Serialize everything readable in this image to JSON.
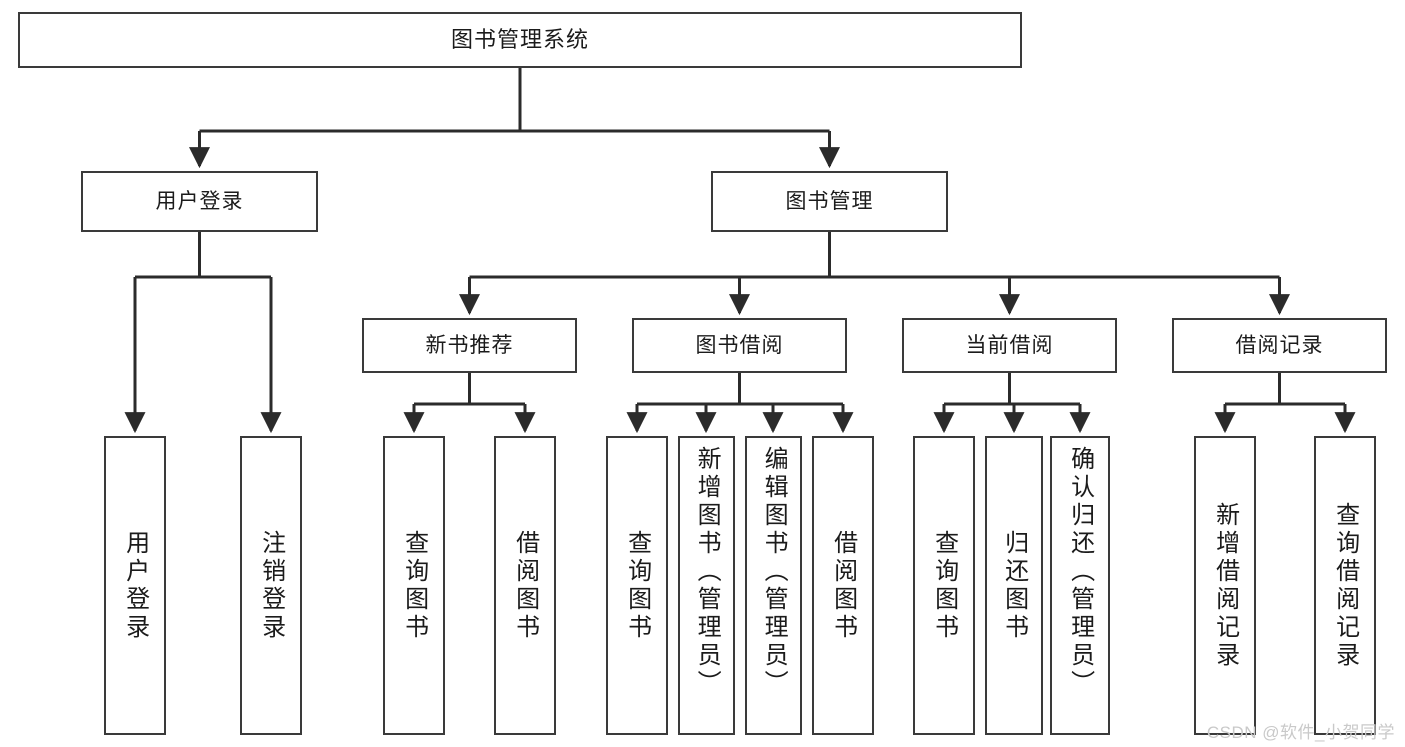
{
  "diagram": {
    "type": "tree-hierarchy-chart",
    "title_node": {
      "label": "图书管理系统"
    },
    "level1": [
      {
        "id": "user-login",
        "label": "用户登录"
      },
      {
        "id": "book-management",
        "label": "图书管理"
      }
    ],
    "level2": [
      {
        "id": "new-book-recommend",
        "label": "新书推荐"
      },
      {
        "id": "book-borrow",
        "label": "图书借阅"
      },
      {
        "id": "current-borrow",
        "label": "当前借阅"
      },
      {
        "id": "borrow-record",
        "label": "借阅记录"
      }
    ],
    "leaves": [
      {
        "id": "leaf-user-login",
        "label": "用户登录"
      },
      {
        "id": "leaf-logout",
        "label": "注销登录"
      },
      {
        "id": "leaf-query-book-rec",
        "label": "查询图书"
      },
      {
        "id": "leaf-borrow-book-rec",
        "label": "借阅图书"
      },
      {
        "id": "leaf-query-book-borrow",
        "label": "查询图书"
      },
      {
        "id": "leaf-add-book",
        "label": "新增图书（管理员）"
      },
      {
        "id": "leaf-edit-book",
        "label": "编辑图书（管理员）"
      },
      {
        "id": "leaf-borrow-book",
        "label": "借阅图书"
      },
      {
        "id": "leaf-query-book-current",
        "label": "查询图书"
      },
      {
        "id": "leaf-return-book",
        "label": "归还图书"
      },
      {
        "id": "leaf-confirm-return",
        "label": "确认归还（管理员）"
      },
      {
        "id": "leaf-add-record",
        "label": "新增借阅记录"
      },
      {
        "id": "leaf-query-record",
        "label": "查询借阅记录"
      }
    ]
  },
  "watermark": {
    "text": "CSDN @软件_小贺同学"
  },
  "colors": {
    "border": "#3a3a3a",
    "text": "#1b1b1b",
    "background": "#ffffff",
    "connector": "#2b2b2b",
    "watermark": "#c9c9c9"
  }
}
